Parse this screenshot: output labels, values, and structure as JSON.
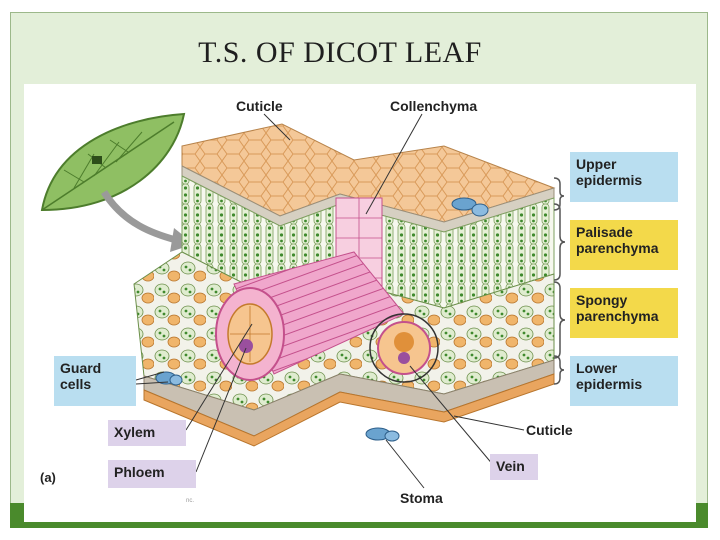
{
  "slide": {
    "title": "T.S. OF DICOT LEAF",
    "fig_letter": "(a)",
    "credit": "nc."
  },
  "labels": {
    "cuticle_top": "Cuticle",
    "collenchyma": "Collenchyma",
    "cuticle_bottom": "Cuticle",
    "stoma": "Stoma"
  },
  "boxes": {
    "upper_epidermis": "Upper\nepidermis",
    "palisade": "Palisade\nparenchyma",
    "spongy": "Spongy\nparenchyma",
    "lower_epidermis": "Lower\nepidermis",
    "guard_cells": "Guard\ncells",
    "xylem": "Xylem",
    "phloem": "Phloem",
    "vein": "Vein"
  },
  "colors": {
    "background_green": "#e3efd9",
    "footer_green": "#4a8a2c",
    "label_blue": "#b9def0",
    "label_yellow": "#f3d94a",
    "label_purple": "#ddd2ea",
    "vein_pink": "#e58ab8",
    "epidermis_tan": "#f2c58f"
  }
}
